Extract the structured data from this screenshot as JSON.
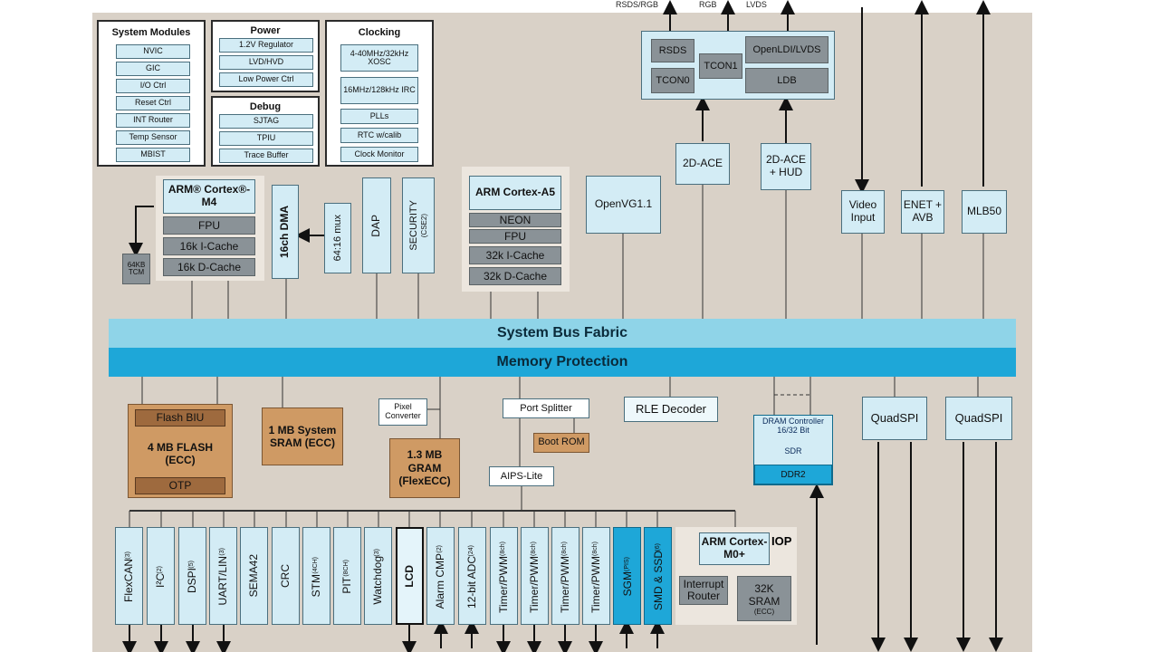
{
  "top_labels": {
    "rsds_rgb": "RSDS/RGB",
    "rgb": "RGB",
    "lvds": "LVDS"
  },
  "system_modules": {
    "title": "System Modules",
    "items": [
      "NVIC",
      "GIC",
      "I/O Ctrl",
      "Reset Ctrl",
      "INT Router",
      "Temp Sensor",
      "MBIST"
    ]
  },
  "power": {
    "title": "Power",
    "items": [
      "1.2V Regulator",
      "LVD/HVD",
      "Low Power Ctrl"
    ]
  },
  "debug": {
    "title": "Debug",
    "items": [
      "SJTAG",
      "TPIU",
      "Trace Buffer"
    ]
  },
  "clocking": {
    "title": "Clocking",
    "items": [
      "4-40MHz/32kHz XOSC",
      "16MHz/128kHz IRC",
      "PLLs",
      "RTC w/calib",
      "Clock Monitor"
    ]
  },
  "display": {
    "rsds": "RSDS",
    "tcon0": "TCON0",
    "tcon1": "TCON1",
    "openldi": "OpenLDI/LVDS",
    "ldb": "LDB"
  },
  "m4": {
    "title": "ARM® Cortex®-M4",
    "fpu": "FPU",
    "icache": "16k I-Cache",
    "dcache": "16k D-Cache",
    "tcm": "64KB TCM"
  },
  "dma": "16ch DMA",
  "mux": "64:16 mux",
  "dap": "DAP",
  "security": "SECURITY",
  "security_sub": "(CSE2)",
  "a5": {
    "title": "ARM Cortex-A5",
    "neon": "NEON",
    "fpu": "FPU",
    "icache": "32k I-Cache",
    "dcache": "32k D-Cache"
  },
  "openvg": "OpenVG1.1",
  "ace2d": "2D-ACE",
  "ace2d_hud": "2D-ACE + HUD",
  "video_input": "Video Input",
  "enet": "ENET + AVB",
  "mlb": "MLB50",
  "bus_fabric": "System Bus Fabric",
  "mem_protection": "Memory Protection",
  "flash": {
    "biu": "Flash BIU",
    "main": "4 MB FLASH (ECC)",
    "otp": "OTP"
  },
  "sram": "1 MB System SRAM (ECC)",
  "pixel_converter": "Pixel Converter",
  "gram": "1.3 MB GRAM (FlexECC)",
  "port_splitter": "Port Splitter",
  "boot_rom": "Boot ROM",
  "aips": "AIPS-Lite",
  "rle": "RLE Decoder",
  "dram": {
    "title": "DRAM Controller 16/32 Bit",
    "sdr": "SDR",
    "ddr2": "DDR2"
  },
  "quadspi": [
    "QuadSPI",
    "QuadSPI"
  ],
  "peripherals": [
    {
      "label": "FlexCAN",
      "sub": "(3)"
    },
    {
      "label": "I²C",
      "sub": "(2)"
    },
    {
      "label": "DSPI",
      "sub": "(5)"
    },
    {
      "label": "UART/LIN",
      "sub": "(3)"
    },
    {
      "label": "SEMA42",
      "sub": ""
    },
    {
      "label": "CRC",
      "sub": ""
    },
    {
      "label": "STM",
      "sub": "(4CH)"
    },
    {
      "label": "PIT",
      "sub": "(8CH)"
    },
    {
      "label": "Watchdog",
      "sub": "(3)"
    },
    {
      "label": "LCD",
      "sub": ""
    },
    {
      "label": "Alarm CMP",
      "sub": "(2)"
    },
    {
      "label": "12-bit ADC",
      "sub": "(24)"
    },
    {
      "label": "Timer/PWM",
      "sub": "(8ch)"
    },
    {
      "label": "Timer/PWM",
      "sub": "(8ch)"
    },
    {
      "label": "Timer/PWM",
      "sub": "(8ch)"
    },
    {
      "label": "Timer/PWM",
      "sub": "(8ch)"
    },
    {
      "label": "SGM",
      "sub": "(PIS)"
    },
    {
      "label": "SMD & SSD",
      "sub": "(6)"
    }
  ],
  "iop": {
    "title": "IOP",
    "core": "ARM Cortex-M0+",
    "router": "Interrupt Router",
    "sram": "32K SRAM",
    "sram_sub": "(ECC)"
  },
  "colors": {
    "background": "#d9d1c7",
    "bus_fabric": "#8fd4e8",
    "mem_protection": "#1ea7d8",
    "block": "#d3ecf5",
    "memory": "#cf9a64",
    "gray": "#8a9297"
  }
}
